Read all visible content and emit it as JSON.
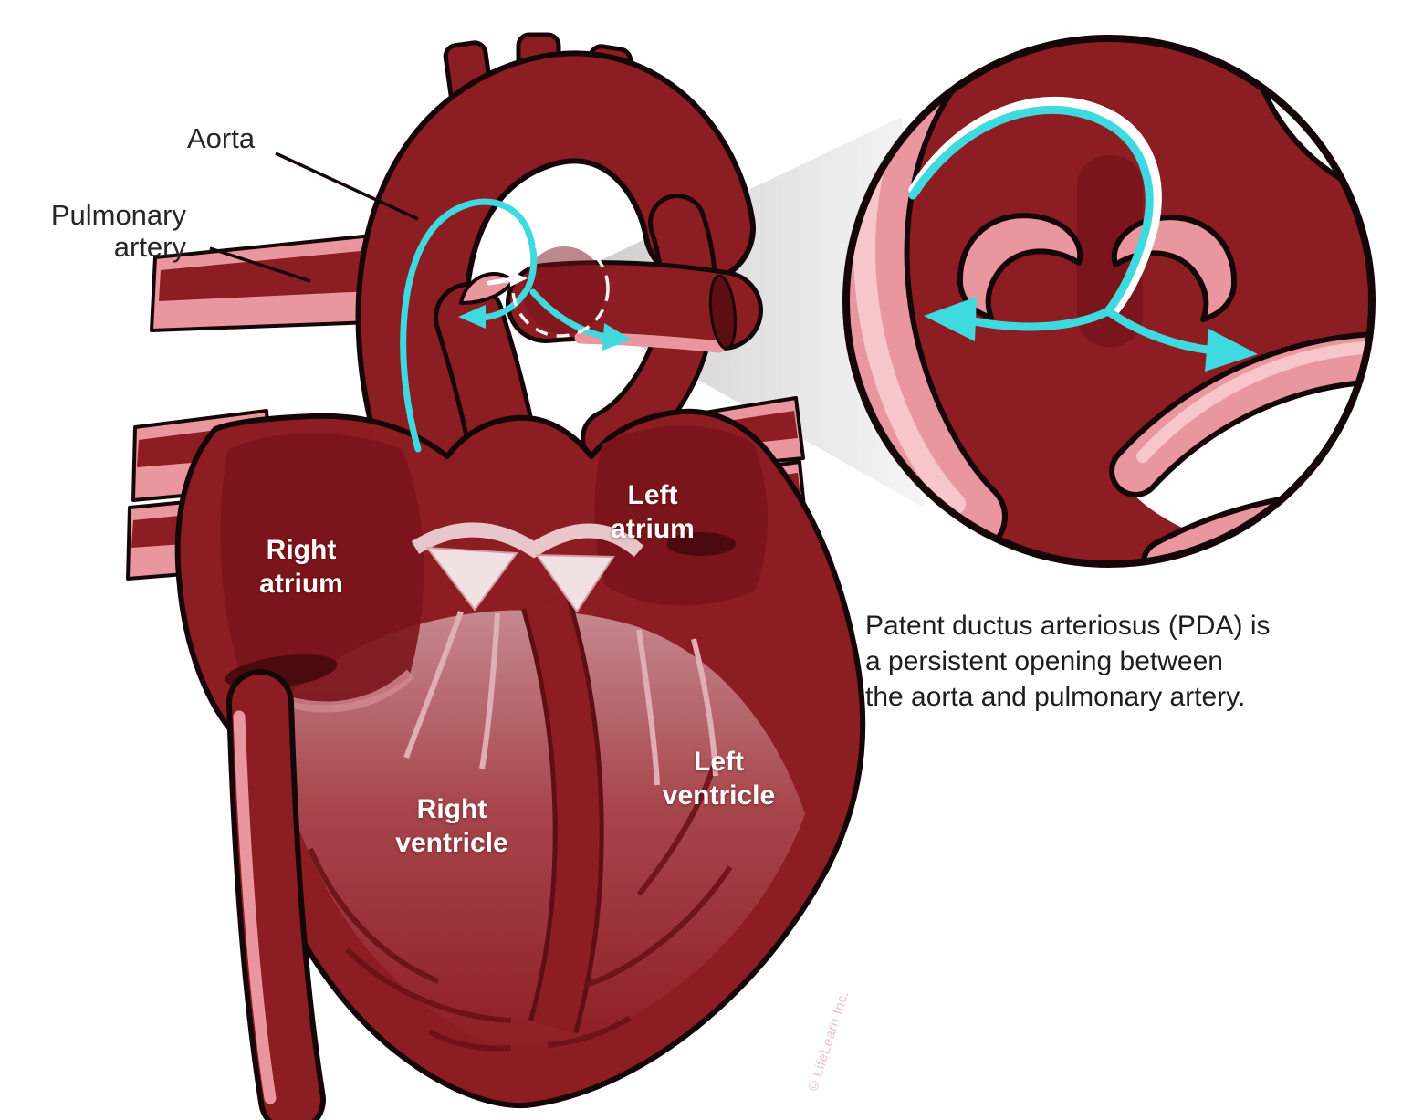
{
  "labels": {
    "aorta": "Aorta",
    "pulmonary_artery": {
      "line1": "Pulmonary",
      "line2": "artery"
    },
    "right_atrium": {
      "line1": "Right",
      "line2": "atrium"
    },
    "left_atrium": {
      "line1": "Left",
      "line2": "atrium"
    },
    "right_ventricle": {
      "line1": "Right",
      "line2": "ventricle"
    },
    "left_ventricle": {
      "line1": "Left",
      "line2": "ventricle"
    }
  },
  "caption": {
    "line1": "Patent ductus arteriosus (PDA) is",
    "line2": "a persistent opening between",
    "line3": "the aorta and pulmonary artery."
  },
  "credit": "© LifeLearn Inc.",
  "colors": {
    "heart_dark_red": "#8C1D23",
    "heart_deep_red": "#6E1318",
    "atrium_shadow": "#7A151B",
    "vessel_pink": "#E9969E",
    "vessel_light_pink": "#F6C6CA",
    "flow_cyan": "#3FD9E0",
    "outline_black": "#150708",
    "beam_gray": "#d6d6d6",
    "label_text": "#262626",
    "heart_label_text": "#FFFFFF"
  }
}
